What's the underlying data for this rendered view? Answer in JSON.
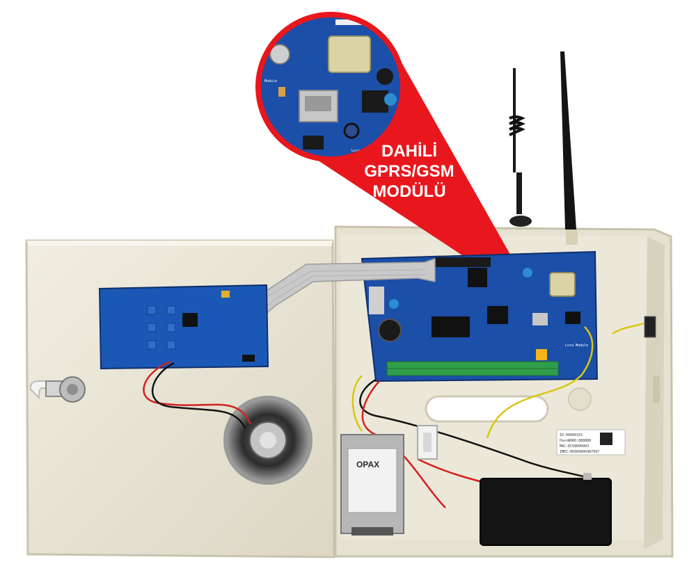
{
  "callout": {
    "line1": "DAHİLİ",
    "line2": "GPRS/GSM",
    "line3": "MODÜLÜ"
  },
  "transformer": {
    "brand": "OPAX"
  },
  "sticker": {
    "line1": "ID:00000315",
    "line2": "PassWORD:888888",
    "line3": "MAC:0C58090003",
    "line4": "IMEI:86009000487997"
  },
  "colors": {
    "callout_red": "#e8171d",
    "pcb_blue": "#1b4fa8",
    "enclosure": "#ece8d9",
    "terminal_green": "#2f9e4a"
  }
}
